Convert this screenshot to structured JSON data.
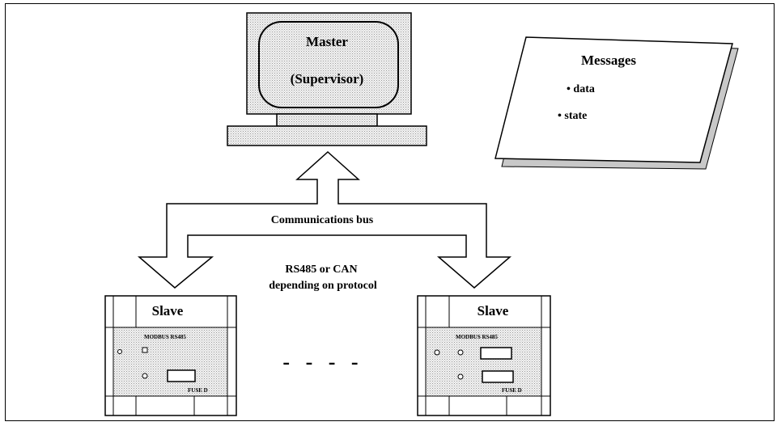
{
  "master": {
    "title": "Master",
    "subtitle": "(Supervisor)"
  },
  "messages": {
    "title": "Messages",
    "items": [
      "• data",
      "• state"
    ]
  },
  "bus": {
    "label": "Communications bus",
    "protocol_line1": "RS485 or CAN",
    "protocol_line2": "depending on protocol"
  },
  "slaves": [
    {
      "title": "Slave",
      "panel_label": "MODBUS RS485",
      "bottom_label": "FUSE D"
    },
    {
      "title": "Slave",
      "panel_label": "MODBUS RS485",
      "bottom_label": "FUSE D"
    }
  ],
  "ellipsis": "-   -   -   -",
  "colors": {
    "stroke": "#000000",
    "screen_fill": "#ececec",
    "shadow_fill": "#c8c8c8",
    "background": "#ffffff"
  }
}
